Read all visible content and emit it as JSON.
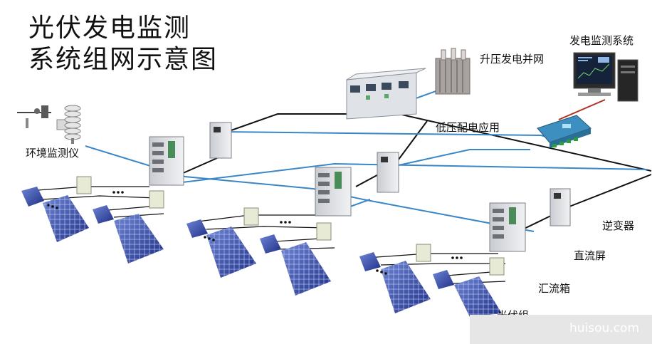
{
  "title": {
    "line1": "光伏发电监测",
    "line2": "系统组网示意图"
  },
  "labels": {
    "monitor_system": "发电监测系统",
    "step_up": "升压发电并网",
    "low_voltage": "低压配电应用",
    "env_monitor": "环境监测仪",
    "inverter": "逆变器",
    "dc_panel": "直流屏",
    "combiner": "汇流箱",
    "pv_array": "光伏组"
  },
  "watermark": "huisou.com",
  "colors": {
    "line_blue": "#3a86c6",
    "line_black": "#111111",
    "line_red": "#b03020",
    "panel_dark": "#2a3f9c",
    "panel_light": "#6f86d6"
  }
}
